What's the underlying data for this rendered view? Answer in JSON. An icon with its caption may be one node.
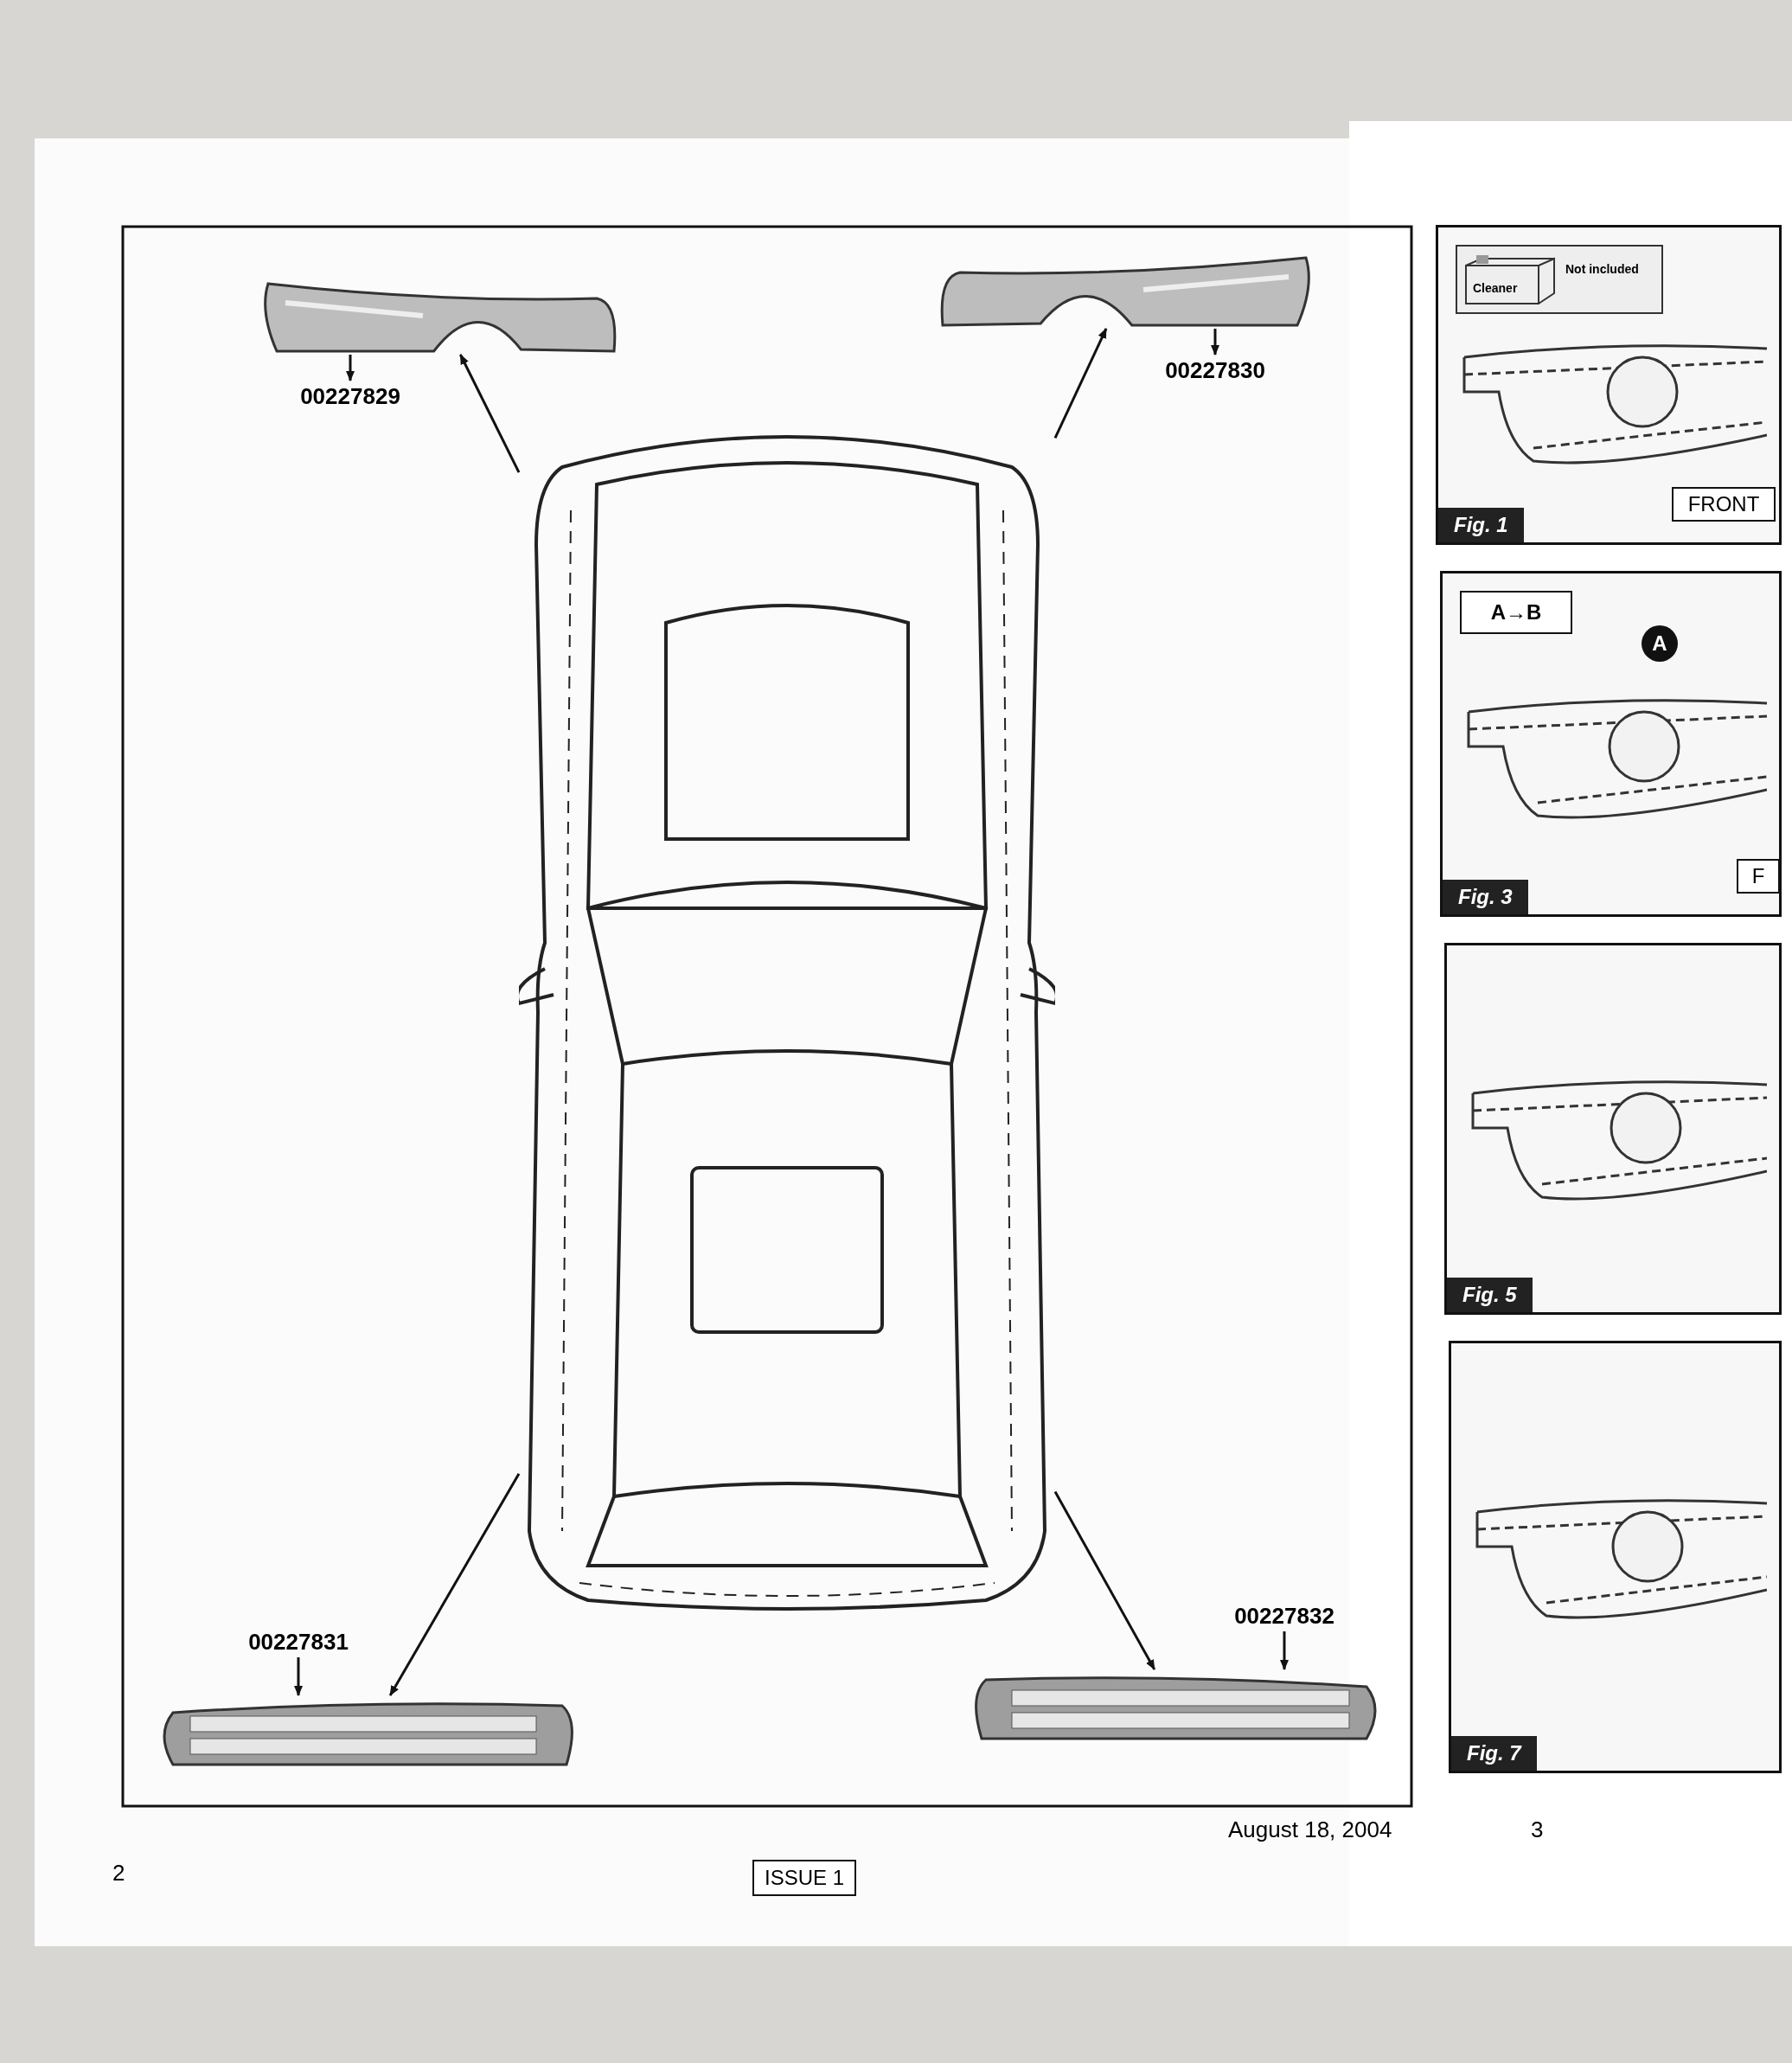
{
  "diagram": {
    "nodes": [
      {
        "text": [],
        "shape": "picture"
      },
      {
        "text": [],
        "shape": "picture"
      },
      {
        "text": [],
        "shape": "picture"
      },
      {
        "text": [],
        "shape": "picture"
      },
      {
        "text": [],
        "shape": "picture"
      },
      {
        "text": [
          "00227829"
        ]
      },
      {
        "text": [
          "00227830"
        ]
      },
      {
        "text": [
          "00227831"
        ]
      },
      {
        "text": [
          "00227832"
        ]
      },
      {
        "text": [
          "Fig. 1"
        ]
      },
      {
        "text": [
          "Cleaner",
          "Not included"
        ],
        "in": 9
      },
      {
        "text": [
          "FRONT"
        ],
        "in": 9
      },
      {
        "text": [
          "Fig. 3"
        ]
      },
      {
        "text": [
          "A→B"
        ],
        "in": 12
      },
      {
        "text": [
          "A"
        ],
        "in": 12
      },
      {
        "text": [
          "F"
        ],
        "in": 12
      },
      {
        "text": [
          "Fig. 5"
        ]
      },
      {
        "text": [
          "Fig. 7"
        ]
      },
      {
        "text": [
          "ISSUE 1"
        ]
      }
    ],
    "edges": [
      {
        "from": 0,
        "to": 1,
        "arrow": "to"
      },
      {
        "from": 0,
        "to": 2,
        "arrow": "to"
      },
      {
        "from": 0,
        "to": 3,
        "arrow": "to"
      },
      {
        "from": 0,
        "to": 4,
        "arrow": "to"
      },
      {
        "from": 1,
        "to": 5,
        "arrow": "to"
      },
      {
        "from": 2,
        "to": 6,
        "arrow": "to"
      },
      {
        "from": 7,
        "to": 3,
        "arrow": "to"
      },
      {
        "from": 8,
        "to": 4,
        "arrow": "to"
      }
    ],
    "labels": [
      "2",
      "August 18, 2004",
      "3"
    ]
  }
}
